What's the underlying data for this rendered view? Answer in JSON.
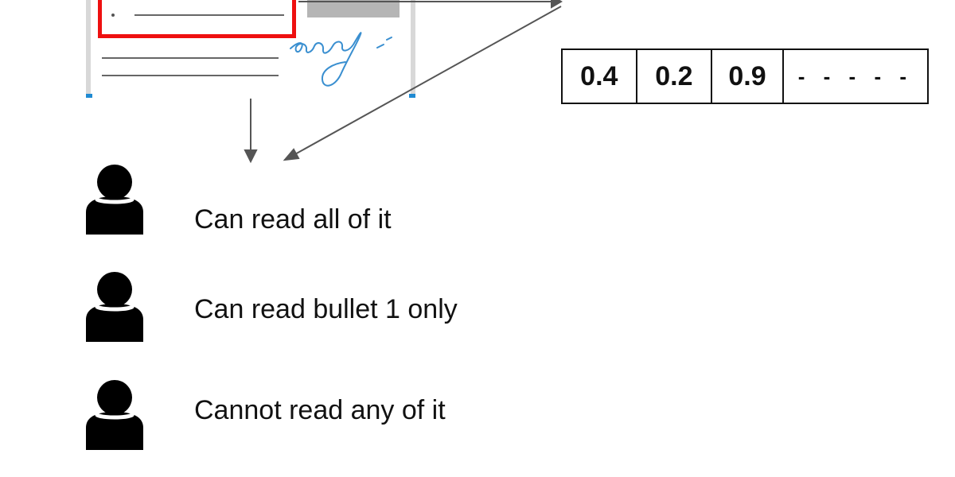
{
  "table": {
    "cells": [
      "0.4",
      "0.2",
      "0.9",
      "- - - - -"
    ]
  },
  "rows": [
    {
      "label": "Can read all of it"
    },
    {
      "label": "Can read bullet 1 only"
    },
    {
      "label": "Cannot read any of it"
    }
  ],
  "icons": {
    "person": "person-icon",
    "signature": "signature-icon",
    "arrow": "arrow-icon"
  },
  "colors": {
    "highlight": "#ee1010",
    "signature_ink": "#3a8fd0",
    "icon": "#000000"
  }
}
